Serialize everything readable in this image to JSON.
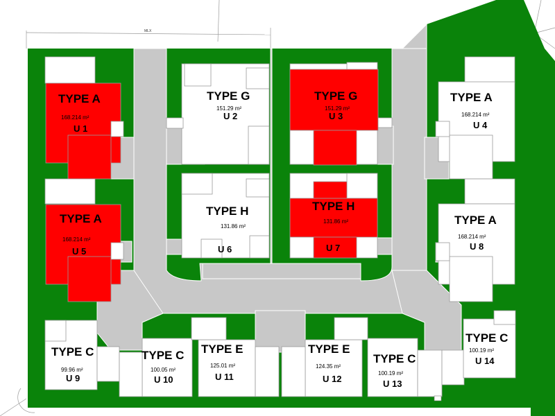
{
  "site": {
    "dimension_label": "MLX",
    "colors": {
      "landscape": "#0a830a",
      "highlight": "#ff0000",
      "building": "#ffffff",
      "road": "#c8c8c8"
    }
  },
  "units": [
    {
      "id": "u1",
      "type": "TYPE A",
      "area": "168.214 m²",
      "unit": "U 1",
      "highlighted": true
    },
    {
      "id": "u2",
      "type": "TYPE G",
      "area": "151.29  m²",
      "unit": "U 2",
      "highlighted": false
    },
    {
      "id": "u3",
      "type": "TYPE G",
      "area": "151.29  m²",
      "unit": "U 3",
      "highlighted": true
    },
    {
      "id": "u4",
      "type": "TYPE A",
      "area": "168.214 m²",
      "unit": "U 4",
      "highlighted": false
    },
    {
      "id": "u5",
      "type": "TYPE A",
      "area": "168.214 m²",
      "unit": "U 5",
      "highlighted": true
    },
    {
      "id": "u6",
      "type": "TYPE H",
      "area": "131.86  m²",
      "unit": "U 6",
      "highlighted": false
    },
    {
      "id": "u7",
      "type": "TYPE H",
      "area": "131.86  m²",
      "unit": "U 7",
      "highlighted": true
    },
    {
      "id": "u8",
      "type": "TYPE A",
      "area": "168.214 m²",
      "unit": "U 8",
      "highlighted": false
    },
    {
      "id": "u9",
      "type": "TYPE C",
      "area": "99.96  m²",
      "unit": "U 9",
      "highlighted": false
    },
    {
      "id": "u10",
      "type": "TYPE C",
      "area": "100.05  m²",
      "unit": "U 10",
      "highlighted": false
    },
    {
      "id": "u11",
      "type": "TYPE E",
      "area": "125.01  m²",
      "unit": "U 11",
      "highlighted": false
    },
    {
      "id": "u12",
      "type": "TYPE E",
      "area": "124.35  m²",
      "unit": "U 12",
      "highlighted": false
    },
    {
      "id": "u13",
      "type": "TYPE C",
      "area": "100.19  m²",
      "unit": "U 13",
      "highlighted": false
    },
    {
      "id": "u14",
      "type": "TYPE C",
      "area": "100.19  m²",
      "unit": "U 14",
      "highlighted": false
    }
  ]
}
